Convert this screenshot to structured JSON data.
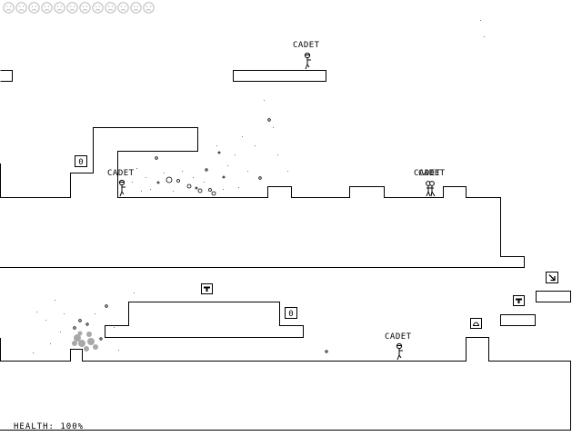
{
  "hud": {
    "health_label": "HEALTH:",
    "health_value": "100%",
    "health_fraction": 1.0,
    "lives_count": 12
  },
  "enemies": {
    "top": "CADET",
    "left": "CADET",
    "group": "CADET",
    "lower": "CADET"
  },
  "pickups": {
    "ammo_crate_1": "0",
    "ammo_crate_2": "0"
  },
  "icons": {
    "life": "sad-face-icon",
    "pistol": "pistol-icon",
    "helmet": "helmet-icon",
    "exit_arrow": "arrow-down-right-icon"
  },
  "colors": {
    "background": "#ffffff",
    "line": "#000000",
    "smoke": "#9a9a9a"
  }
}
